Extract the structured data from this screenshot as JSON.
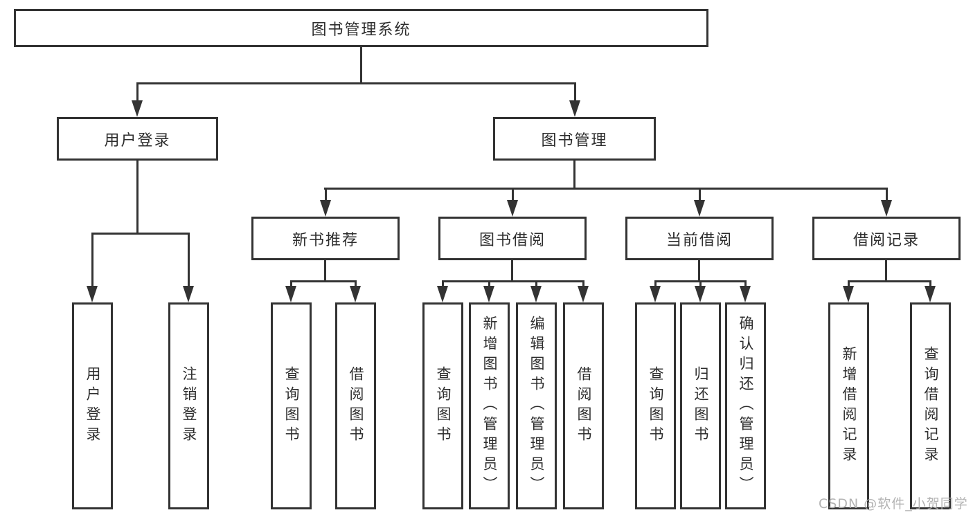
{
  "diagram": {
    "root": {
      "label": "图书管理系统"
    },
    "branches": {
      "user_login": {
        "label": "用户登录",
        "children": [
          "用户登录",
          "注销登录"
        ]
      },
      "book_management": {
        "label": "图书管理",
        "sections": {
          "new_book_recommend": {
            "label": "新书推荐",
            "children": [
              "查询图书",
              "借阅图书"
            ]
          },
          "book_borrow": {
            "label": "图书借阅",
            "children": [
              "查询图书",
              "新增图书（管理员）",
              "编辑图书（管理员）",
              "借阅图书"
            ]
          },
          "current_borrow": {
            "label": "当前借阅",
            "children": [
              "查询图书",
              "归还图书",
              "确认归还（管理员）"
            ]
          },
          "borrow_records": {
            "label": "借阅记录",
            "children": [
              "新增借阅记录",
              "查询借阅记录"
            ]
          }
        }
      }
    }
  },
  "watermark": {
    "text": "CSDN @软件_小贺同学"
  },
  "colors": {
    "line": "#333333",
    "box_border": "#333333",
    "text": "#2d2d2d",
    "watermark": "#adadad",
    "background": "#ffffff"
  }
}
